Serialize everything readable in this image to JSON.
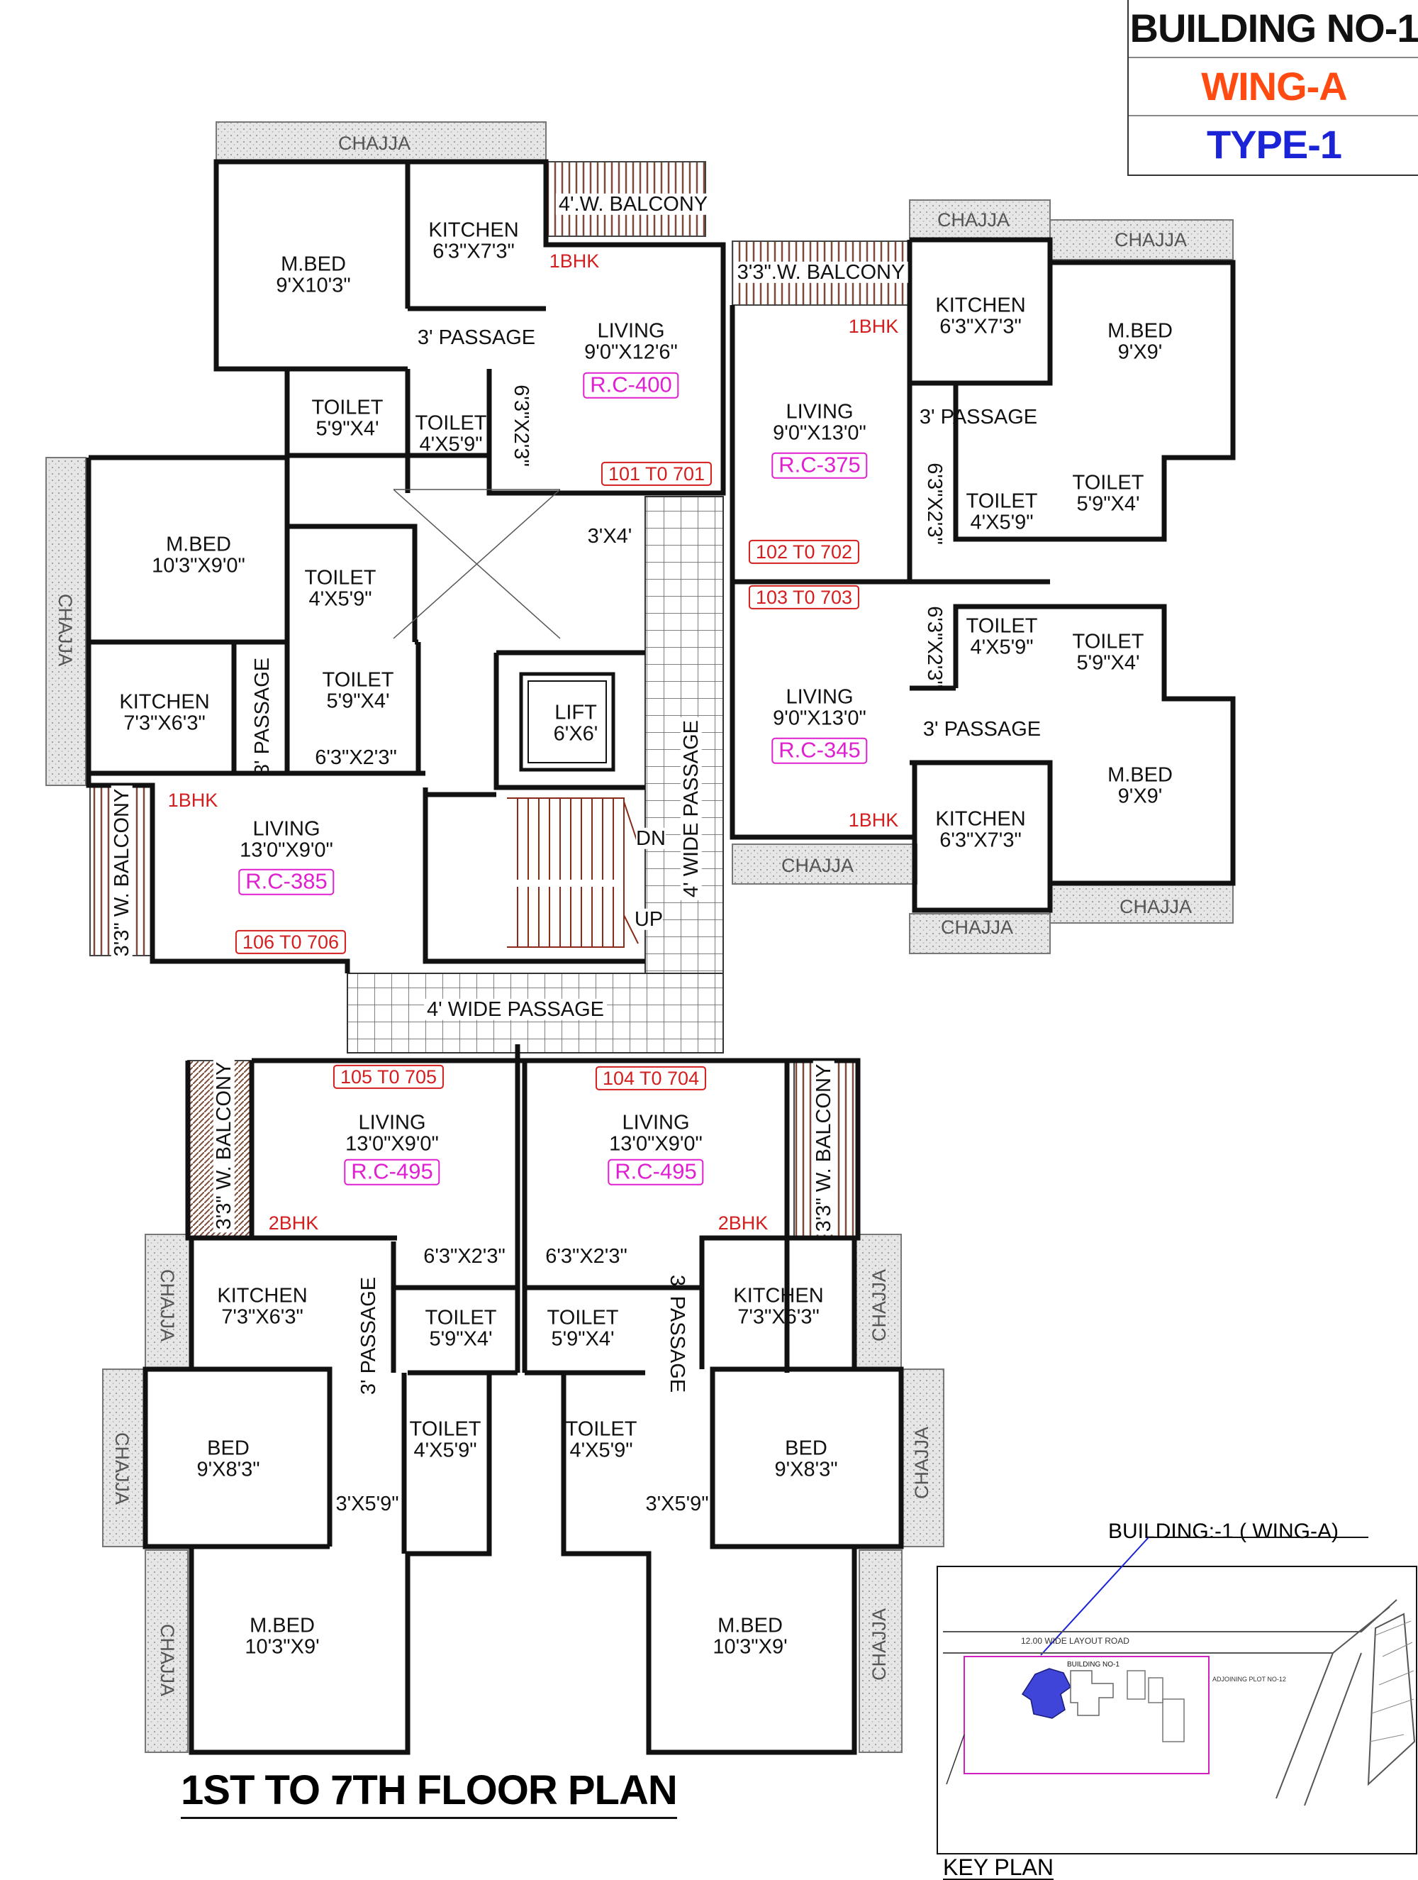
{
  "title_block": {
    "building": "BUILDING NO-1",
    "wing": "WING-A",
    "type": "TYPE-1",
    "colors": {
      "building": "#111111",
      "wing": "#ff4a12",
      "type": "#1a23d6"
    }
  },
  "floor_plan_title": "1ST TO 7TH FLOOR PLAN",
  "units": {
    "u101": {
      "type": "1BHK",
      "range": "101 T0 701",
      "carpet": "R.C-400"
    },
    "u102": {
      "type": "1BHK",
      "range": "102 T0 702",
      "carpet": "R.C-375"
    },
    "u103": {
      "type": "1BHK",
      "range": "103 T0 703",
      "carpet": "R.C-345"
    },
    "u104": {
      "type": "2BHK",
      "range": "104 T0 704",
      "carpet": "R.C-495"
    },
    "u105": {
      "type": "2BHK",
      "range": "105 T0 705",
      "carpet": "R.C-495"
    },
    "u106": {
      "type": "1BHK",
      "range": "106 T0 706",
      "carpet": "R.C-385"
    }
  },
  "labels": {
    "chajja": "CHAJJA",
    "living": "LIVING",
    "mbed": "M.BED",
    "bed": "BED",
    "kitchen": "KITCHEN",
    "toilet": "TOILET",
    "lift": "LIFT",
    "passage3": "3' PASSAGE",
    "wide_passage": "4'  WIDE PASSAGE",
    "wide_passage_v": "4'  WIDE PASSAGE",
    "balcony_4w": "4'.W. BALCONY",
    "balcony_33w": "3'3\".W. BALCONY",
    "balcony_33": "3'3\" W. BALCONY",
    "dn": "DN",
    "up": "UP"
  },
  "dims": {
    "mbed_101": "9'X10'3\"",
    "kitchen_101": "6'3\"X7'3\"",
    "living_101": "9'0\"X12'6\"",
    "toilet_101a": "5'9\"X4'",
    "toilet_101b": "4'X5'9\"",
    "ded_101": "6'3\"X2'3\"",
    "lobby": "3'X4'",
    "kitchen_102": "6'3\"X7'3\"",
    "mbed_102": "9'X9'",
    "living_102": "9'0\"X13'0\"",
    "ded_102": "6'3\"X2'3\"",
    "toilet_102a": "4'X5'9\"",
    "toilet_102b": "5'9\"X4'",
    "living_103": "9'0\"X13'0\"",
    "ded_103": "6'3\"X2'3\"",
    "toilet_103a": "4'X5'9\"",
    "toilet_103b": "5'9\"X4'",
    "mbed_103": "9'X9'",
    "kitchen_103": "6'3\"X7'3\"",
    "mbed_106": "10'3\"X9'0\"",
    "toilet_106a": "4'X5'9\"",
    "toilet_106b": "5'9\"X4'",
    "kitchen_106": "7'3\"X6'3\"",
    "ded_106": "6'3\"X2'3\"",
    "living_106": "13'0\"X9'0\"",
    "lift": "6'X6'",
    "living_105": "13'0\"X9'0\"",
    "living_104": "13'0\"X9'0\"",
    "ded_105": "6'3\"X2'3\"",
    "ded_104": "6'3\"X2'3\"",
    "kitchen_105": "7'3\"X6'3\"",
    "kitchen_104": "7'3\"X6'3\"",
    "toilet_105a": "5'9\"X4'",
    "toilet_104a": "5'9\"X4'",
    "toilet_105b": "4'X5'9\"",
    "toilet_104b": "4'X5'9\"",
    "bed_105": "9'X8'3\"",
    "bed_104": "9'X8'3\"",
    "ded2_105": "3'X5'9\"",
    "ded2_104": "3'X5'9\"",
    "mbed_105": "10'3\"X9'",
    "mbed_104": "10'3\"X9'"
  },
  "key_plan": {
    "title": "KEY PLAN",
    "building_label": "BUILDING:-1 ( WING-A)",
    "building_tag": "BUILDING NO-1",
    "road": "12.00 WIDE LAYOUT ROAD",
    "plot": "ADJOINING PLOT NO-12",
    "highlight_color": "#3f45d8"
  }
}
